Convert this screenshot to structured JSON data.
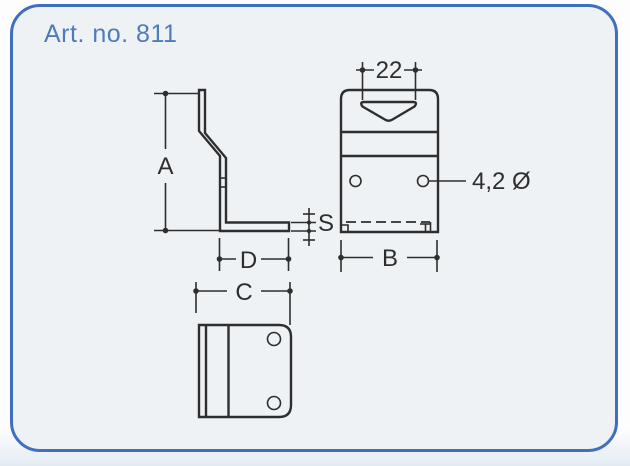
{
  "page": {
    "title": "Art. no. 811"
  },
  "colors": {
    "frame_border": "#3f6fbe",
    "title_text": "#4e7cb8",
    "drawing_line": "#2e2e2e",
    "card_background": "#eef2f5"
  },
  "drawing": {
    "side_view": {
      "height_label": "A",
      "depth_label": "D",
      "thickness_label": "S"
    },
    "front_view": {
      "slot_width": "22",
      "hole_diameter": "4,2 Ø",
      "width_label": "B"
    },
    "bottom_view": {
      "width_label": "C"
    }
  }
}
